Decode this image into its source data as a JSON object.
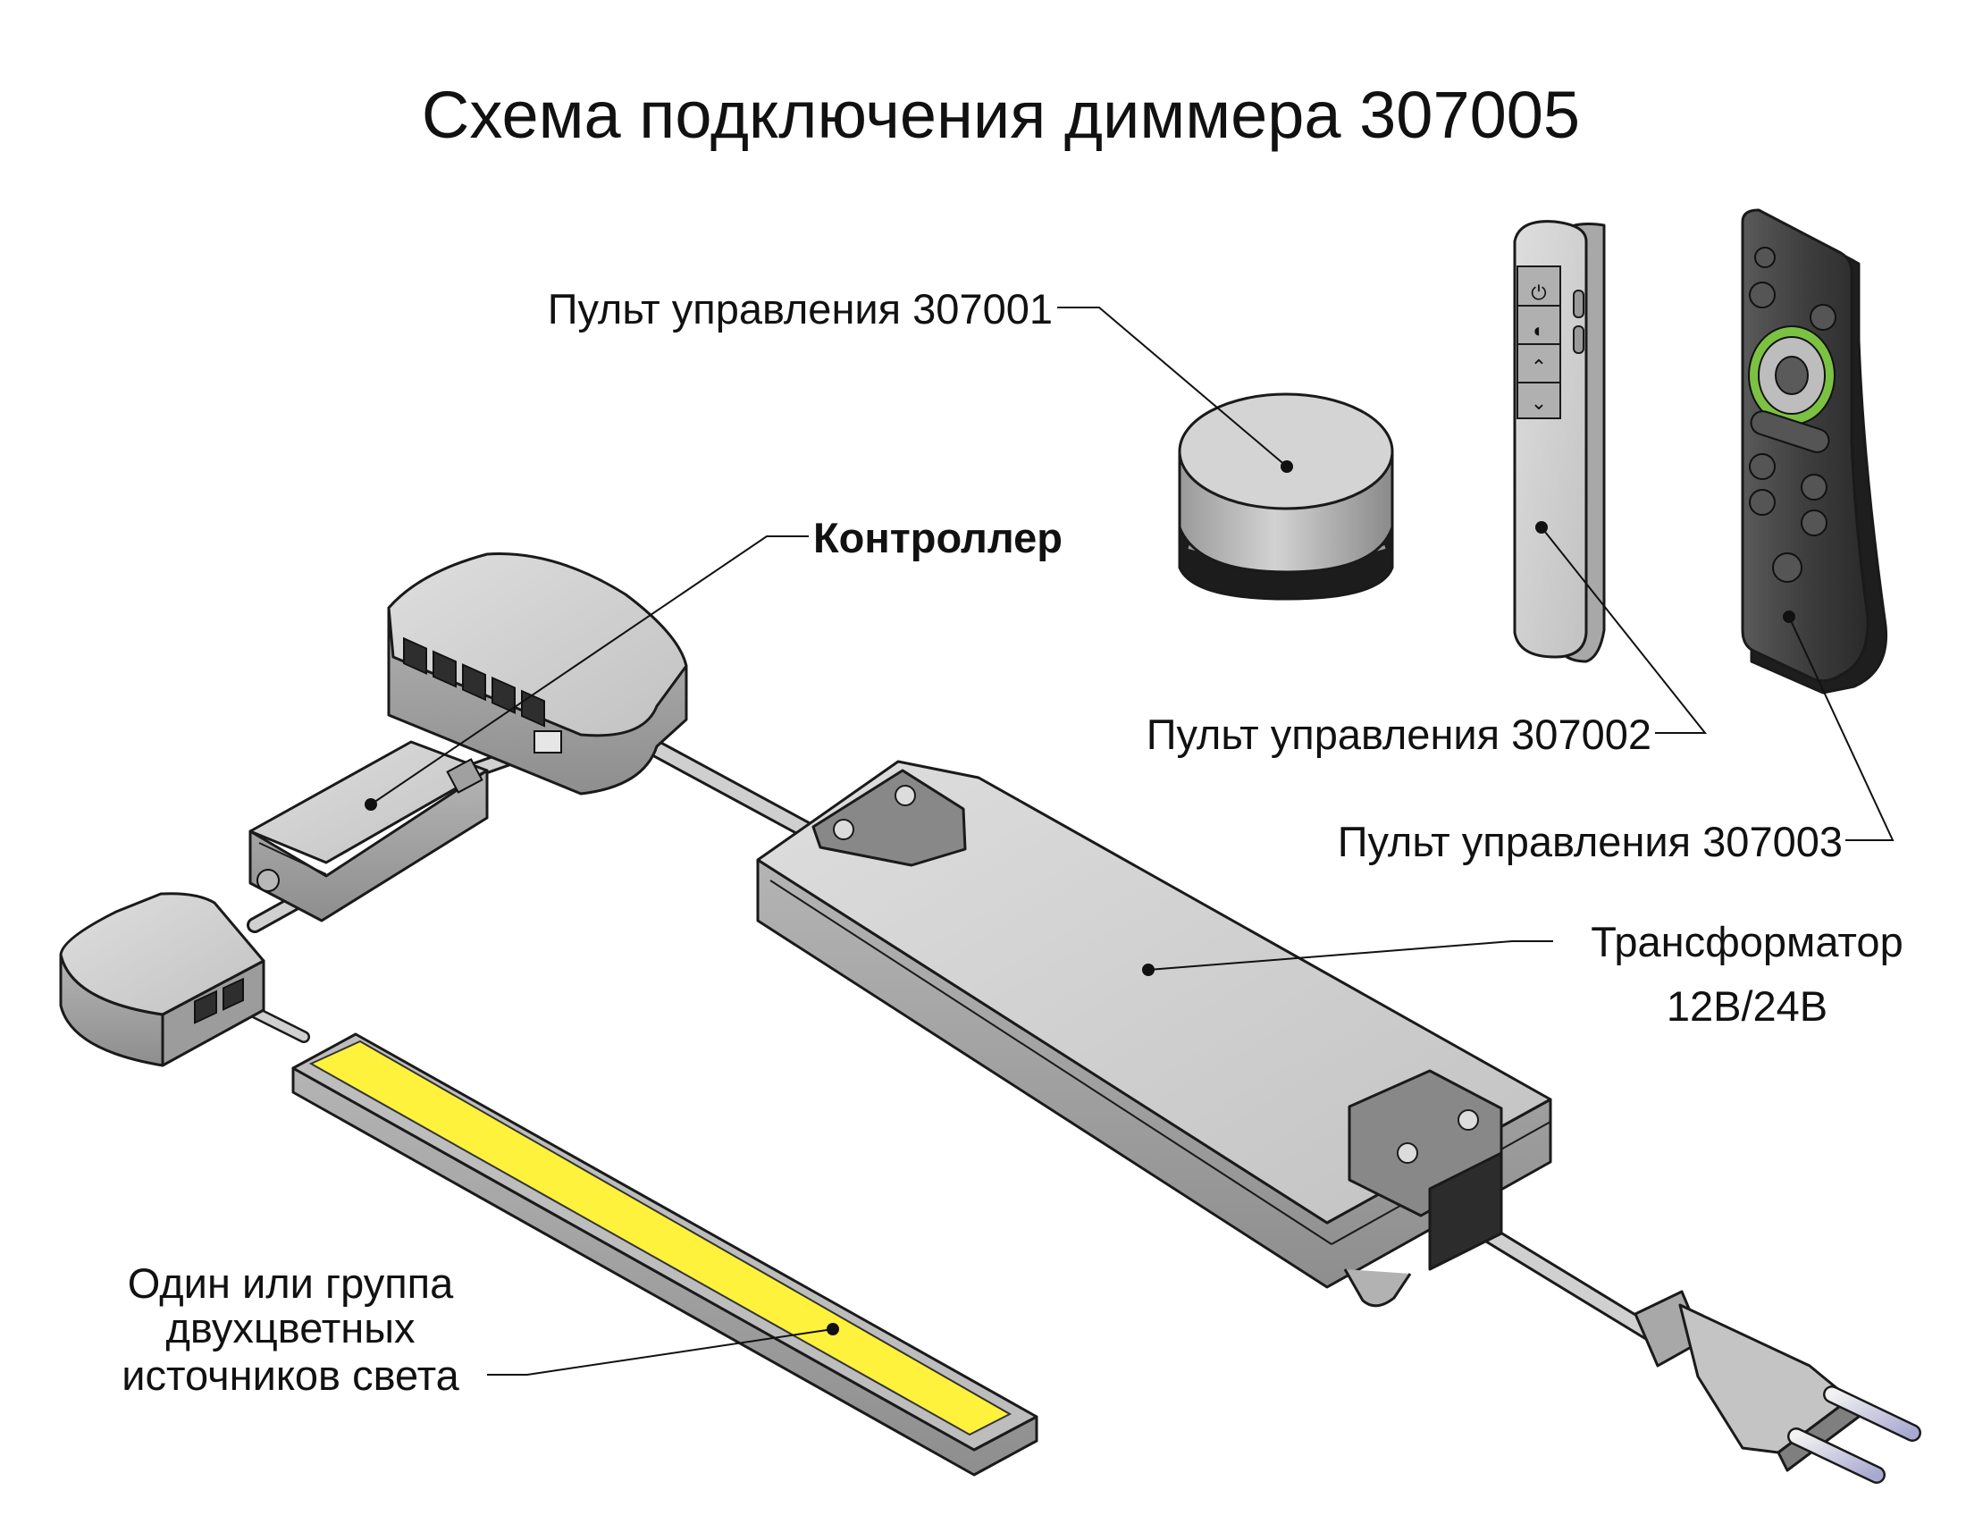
{
  "title": "Схема подключения диммера 307005",
  "labels": {
    "remote_307001": "Пульт управления 307001",
    "controller": "Контроллер",
    "remote_307002": "Пульт управления 307002",
    "remote_307003": "Пульт управления 307003",
    "transformer_line1": "Трансформатор",
    "transformer_line2": "12В/24В",
    "light_line1": "Один или группа",
    "light_line2": "двухцветных",
    "light_line3": "источников света"
  },
  "colors": {
    "housing": "#c9c9c9",
    "housing_side": "#a9a9a9",
    "remote_dark": "#3c3c3c",
    "led_yellow": "#fff23c",
    "ring_green": "#7cc242"
  }
}
